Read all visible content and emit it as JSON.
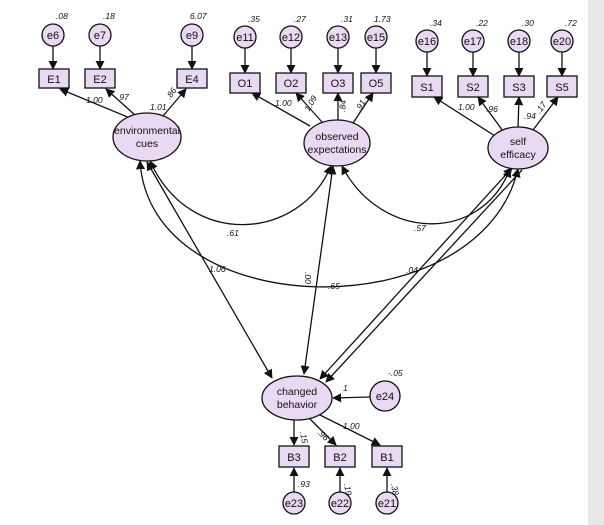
{
  "observed": {
    "e1": "E1",
    "e2": "E2",
    "e4": "E4",
    "o1": "O1",
    "o2": "O2",
    "o3": "O3",
    "o5": "O5",
    "s1": "S1",
    "s2": "S2",
    "s3": "S3",
    "s5": "S5",
    "b3": "B3",
    "b2": "B2",
    "b1": "B1"
  },
  "errors": {
    "e6": "e6",
    "e7": "e7",
    "e9": "e9",
    "e11": "e11",
    "e12": "e12",
    "e13": "e13",
    "e15": "e15",
    "e16": "e16",
    "e17": "e17",
    "e18": "e18",
    "e20": "e20",
    "e24": "e24",
    "e23": "e23",
    "e22": "e22",
    "e21": "e21"
  },
  "latent": {
    "env_line1": "environmental",
    "env_line2": "cues",
    "obs_line1": "observed",
    "obs_line2": "expectations",
    "self_line1": "self",
    "self_line2": "efficacy",
    "chg_line1": "changed",
    "chg_line2": "behavior"
  },
  "variances": {
    "e6": ".08",
    "e7": ".18",
    "e9": "6.07",
    "e11": ".35",
    "e12": ".27",
    "e13": ".31",
    "e15": "1.73",
    "e16": ".34",
    "e17": ".22",
    "e18": ".30",
    "e20": ".72",
    "e24": "-.05"
  },
  "loadings": {
    "env_e1": "1.00",
    "env_e2": ".97",
    "env_e4": "1.01",
    "env_e4b": ".86",
    "obs_o1": "1.00",
    "obs_o2": "1.09",
    "obs_o3": ".84",
    "obs_o5": ".91",
    "self_s1": "1.00",
    "self_s2": ".96",
    "self_s3": ".94",
    "self_s5": ".17",
    "chg_b1": "1.00",
    "chg_b2": ".96",
    "chg_b3": ".15",
    "e23_b3": ".93",
    "e22_b2": ".19",
    "e21_b1": ".38",
    "e24_chg": "1"
  },
  "covariances": {
    "env_obs": ".61",
    "obs_self": ".57",
    "env_self": ".00",
    "env_chg": "1.06",
    "obs_chg": ".65",
    "self_chg": ".04"
  },
  "icons": {
    "arrowhead": "arrowhead-marker"
  }
}
